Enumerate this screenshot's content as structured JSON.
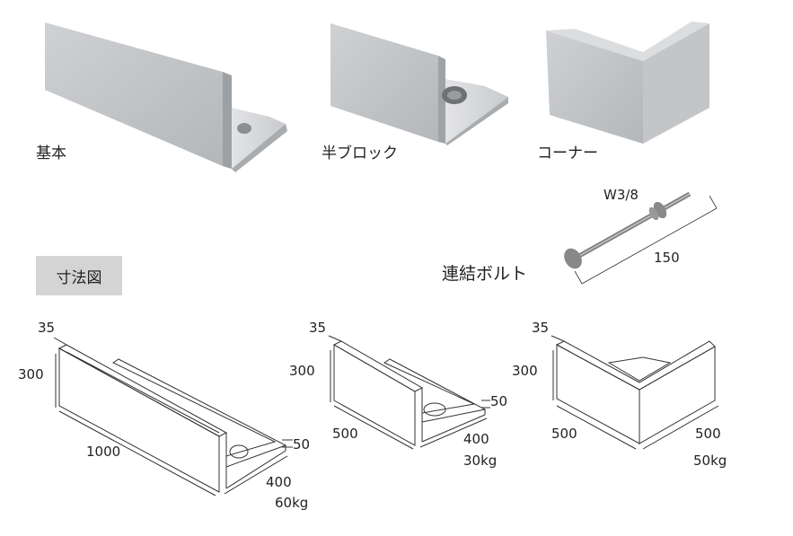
{
  "products": {
    "basic": "基本",
    "half_block": "半ブロック",
    "corner": "コーナー"
  },
  "connector": {
    "label": "連結ボルト",
    "thread": "W3/8",
    "length": "150"
  },
  "dimension_heading": "寸法図",
  "diagrams": {
    "basic": {
      "thickness": "35",
      "height": "300",
      "length": "1000",
      "base_thickness": "50",
      "depth": "400",
      "weight": "60kg"
    },
    "half": {
      "thickness": "35",
      "height": "300",
      "length": "500",
      "base_thickness": "50",
      "depth": "400",
      "weight": "30kg"
    },
    "corner": {
      "thickness": "35",
      "height": "300",
      "left_length": "500",
      "right_length": "500",
      "weight": "50kg"
    }
  }
}
